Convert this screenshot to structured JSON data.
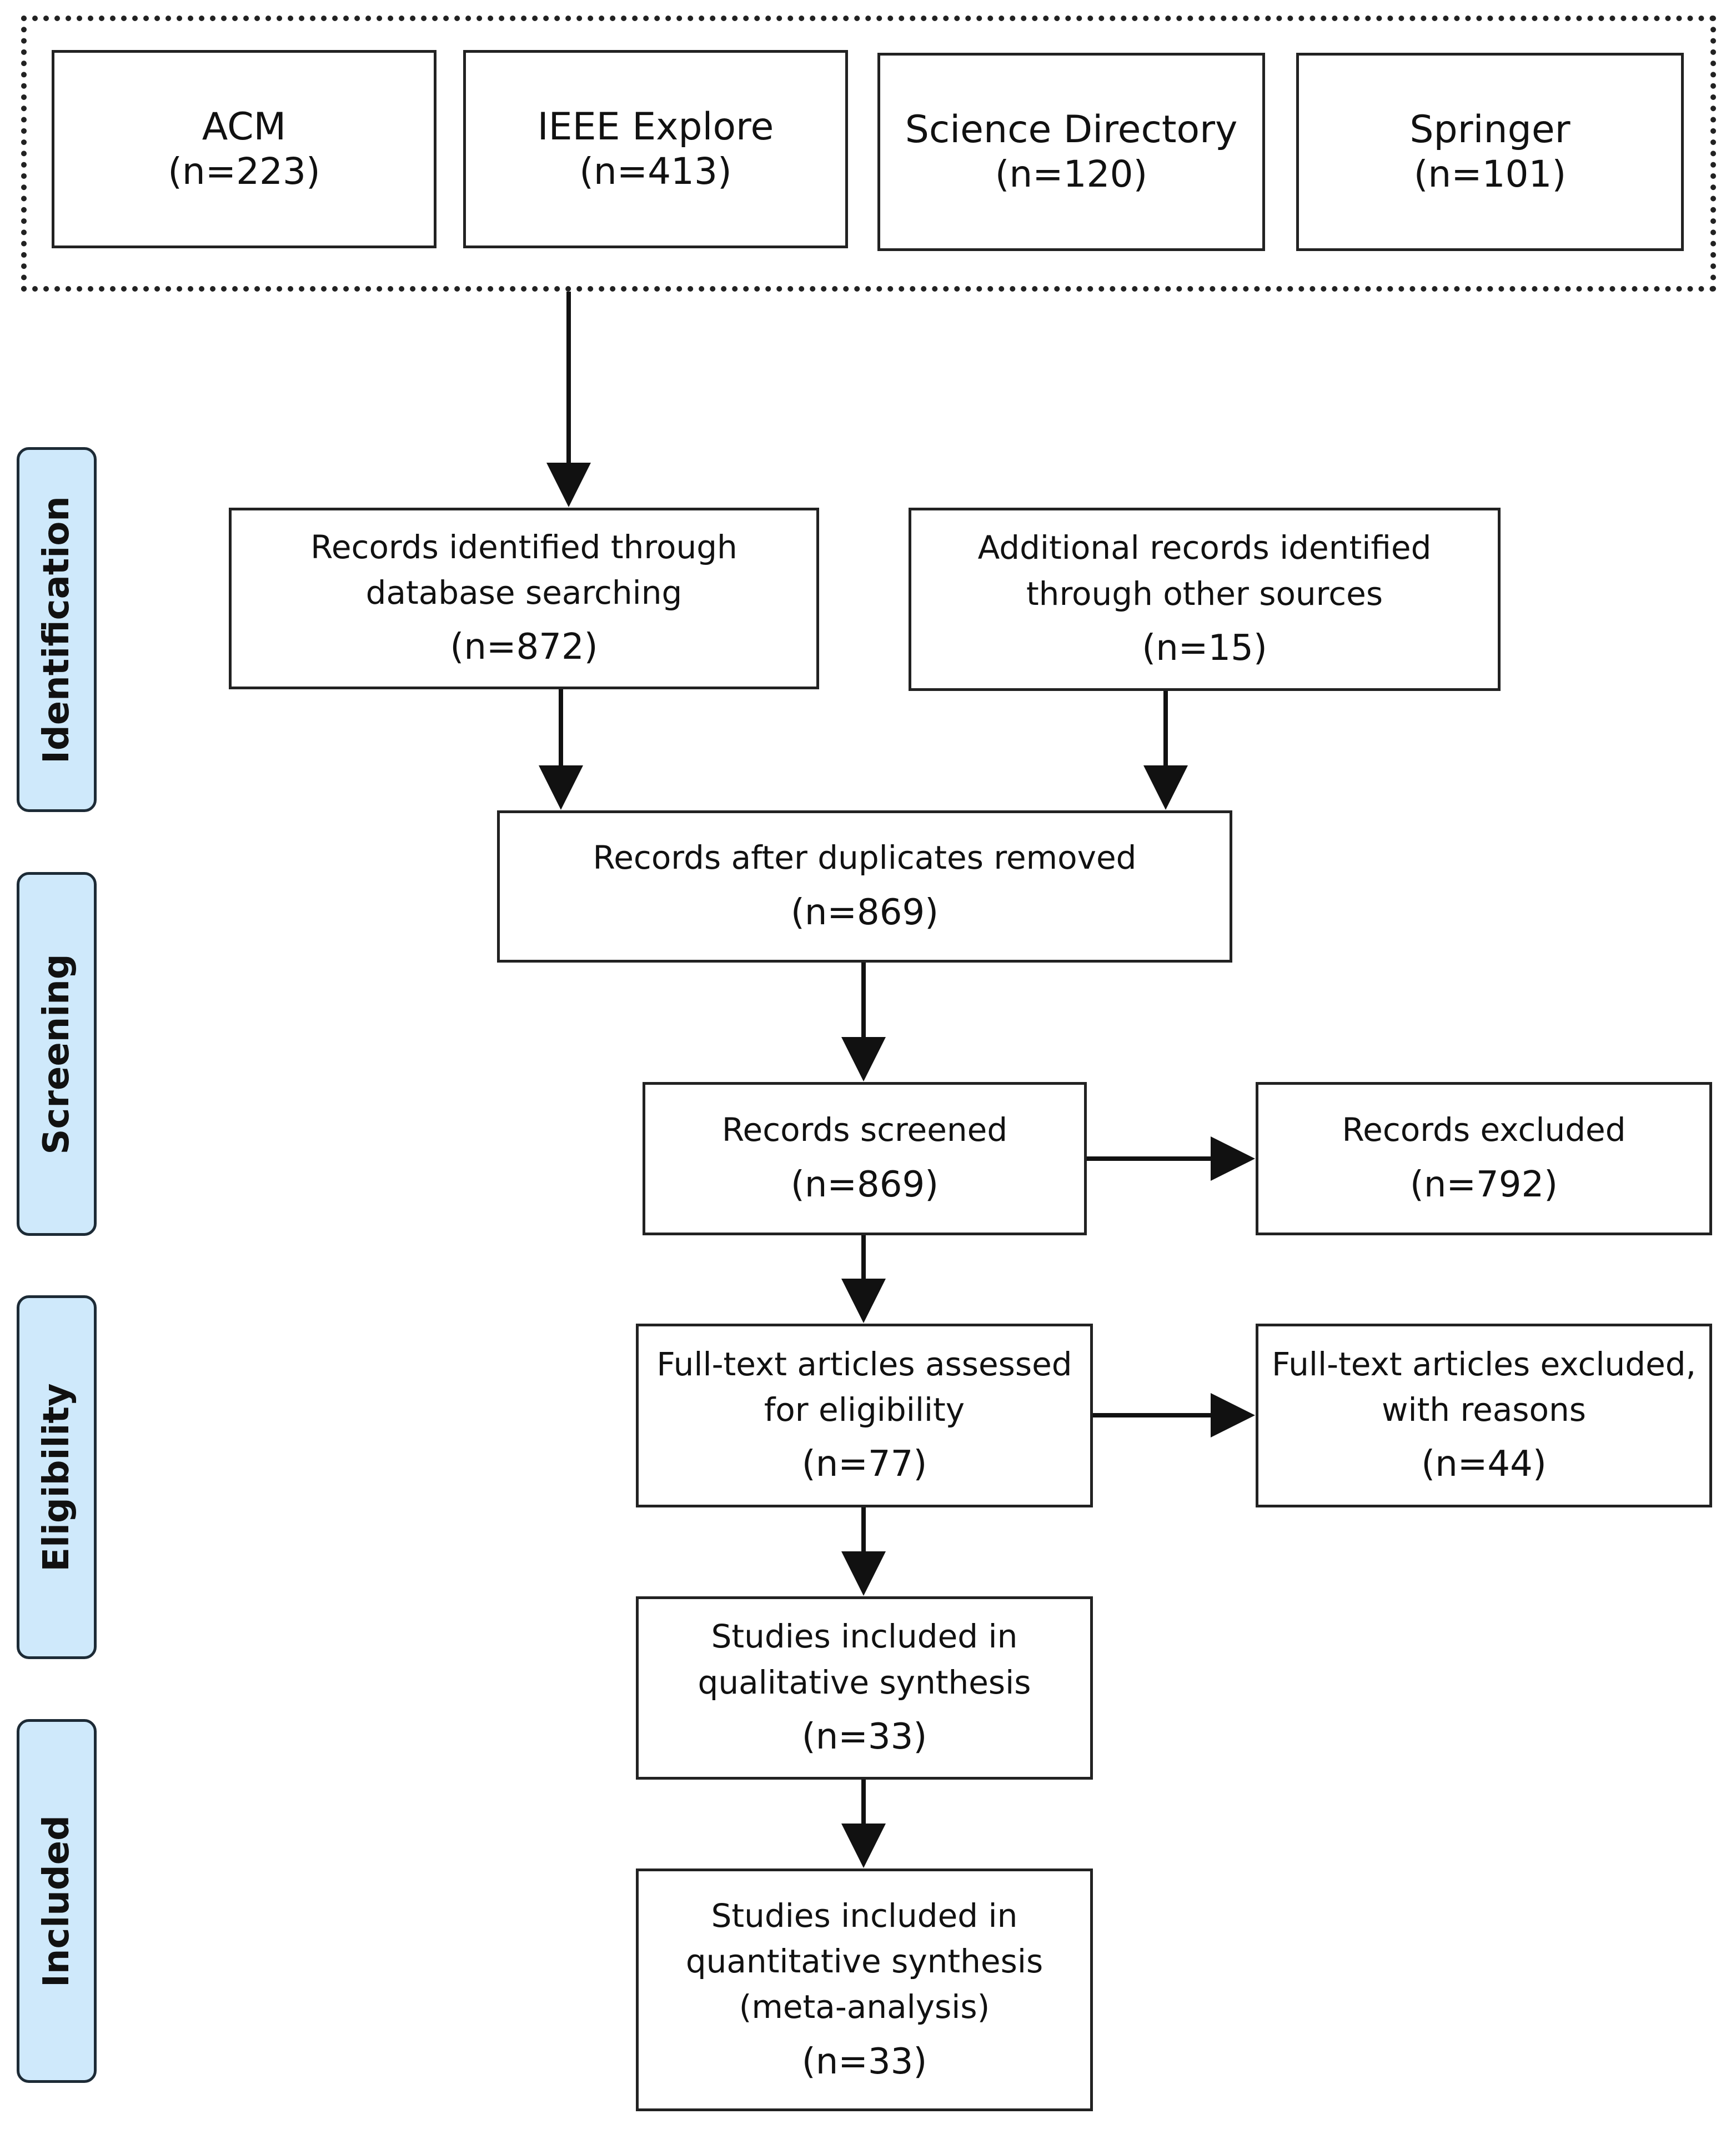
{
  "databases": [
    {
      "name": "ACM",
      "count": "(n=223)"
    },
    {
      "name": "IEEE Explore",
      "count": "(n=413)"
    },
    {
      "name": "Science Directory",
      "count": "(n=120)"
    },
    {
      "name": "Springer",
      "count": "(n=101)"
    }
  ],
  "stages": {
    "identification": "Identification",
    "screening": "Screening",
    "eligibility": "Eligibility",
    "included": "Included"
  },
  "boxes": {
    "identified": {
      "line1": "Records identified through",
      "line2": "database searching",
      "count": "(n=872)"
    },
    "additional": {
      "line1": "Additional records identified",
      "line2": "through other sources",
      "count": "(n=15)"
    },
    "deduplicated": {
      "line1": "Records after duplicates removed",
      "count": "(n=869)"
    },
    "screened": {
      "line1": "Records screened",
      "count": "(n=869)"
    },
    "excluded": {
      "line1": "Records excluded",
      "count": "(n=792)"
    },
    "fulltext": {
      "line1": "Full-text articles assessed",
      "line2": "for eligibility",
      "count": "(n=77)"
    },
    "fulltext_excluded": {
      "line1": "Full-text articles excluded,",
      "line2": "with reasons",
      "count": "(n=44)"
    },
    "qualitative": {
      "line1": "Studies included in",
      "line2": "qualitative synthesis",
      "count": "(n=33)"
    },
    "quantitative": {
      "line1": "Studies included in",
      "line2": "quantitative synthesis",
      "line3": "(meta-analysis)",
      "count": "(n=33)"
    }
  },
  "colors": {
    "stage_fill": "#cfe9fb",
    "stroke": "#222222"
  }
}
